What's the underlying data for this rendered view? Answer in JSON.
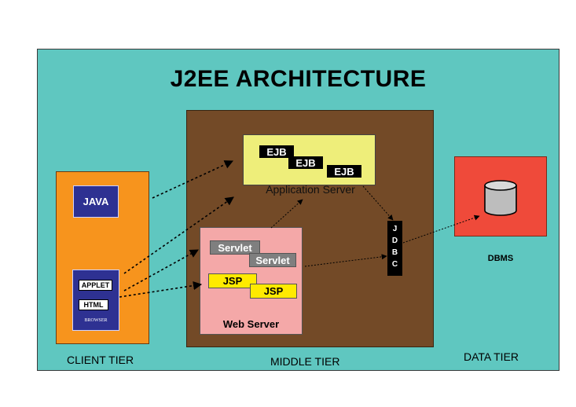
{
  "title": "J2EE ARCHITECTURE",
  "colors": {
    "background": "#5fc7c0",
    "client_tier": "#f7941d",
    "middle_tier": "#734a27",
    "data_tier": "#ef4a3a",
    "navy": "#2e3192",
    "app_server": "#eeee7a",
    "web_server": "#f4a8a8",
    "jsp": "#ffea00"
  },
  "client": {
    "java_label": "JAVA",
    "applet_label": "APPLET",
    "html_label": "HTML",
    "browser_label": "BROWSER"
  },
  "middle": {
    "app_server": {
      "label": "Application Server",
      "ejb_labels": [
        "EJB",
        "EJB",
        "EJB"
      ]
    },
    "web_server": {
      "label": "Web Server",
      "servlet_labels": [
        "Servlet",
        "Servlet"
      ],
      "jsp_labels": [
        "JSP",
        "JSP"
      ]
    },
    "jdbc_letters": [
      "J",
      "D",
      "B",
      "C"
    ]
  },
  "data": {
    "dbms_label": "DBMS"
  },
  "tiers": {
    "client": "CLIENT TIER",
    "middle": "MIDDLE TIER",
    "data": "DATA TIER"
  }
}
